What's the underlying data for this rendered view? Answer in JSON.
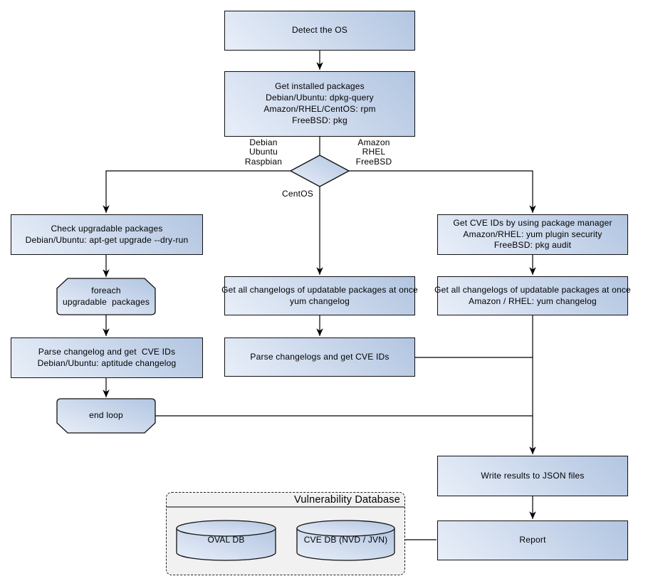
{
  "colors": {
    "node_fill_dark": "#b2c5e1",
    "node_fill_light": "#e9eff9",
    "stroke": "#000000",
    "db_container_fill": "#f1f1f1"
  },
  "nodes": {
    "detect_os": {
      "label": "Detect the OS"
    },
    "get_installed_packages": {
      "label": [
        "Get installed packages",
        "Debian/Ubuntu: dpkg-query",
        "Amazon/RHEL/CentOS: rpm",
        "FreeBSD: pkg"
      ]
    },
    "check_upgradable": {
      "label": [
        "Check upgradable packages",
        "Debian/Ubuntu: apt-get upgrade --dry-run"
      ]
    },
    "foreach_loop": {
      "label": [
        "foreach",
        "upgradable  packages"
      ]
    },
    "parse_changelog_deb": {
      "label": [
        "Parse changelog and get  CVE IDs",
        "Debian/Ubuntu: aptitude changelog"
      ]
    },
    "end_loop": {
      "label": "end loop"
    },
    "get_changelogs_centos": {
      "label": [
        "Get all changelogs of updatable packages at once",
        "yum changelog"
      ]
    },
    "parse_changelogs_centos": {
      "label": "Parse changelogs and get CVE IDs"
    },
    "get_cve_ids_pkg_manager": {
      "label": [
        "Get CVE IDs by using package manager",
        "Amazon/RHEL: yum plugin security",
        "FreeBSD: pkg audit"
      ]
    },
    "get_changelogs_rhel": {
      "label": [
        "Get all changelogs of updatable packages at once",
        "Amazon / RHEL: yum changelog"
      ]
    },
    "write_results": {
      "label": "Write results to JSON files"
    },
    "report": {
      "label": "Report"
    }
  },
  "edge_labels": {
    "left_branch": [
      "Debian",
      "Ubuntu",
      "Raspbian"
    ],
    "right_branch": [
      "Amazon",
      "RHEL",
      "FreeBSD"
    ],
    "bottom_branch": "CentOS"
  },
  "database": {
    "title": "Vulnerability Database",
    "oval_db": "OVAL DB",
    "cve_db": "CVE DB (NVD / JVN)"
  }
}
